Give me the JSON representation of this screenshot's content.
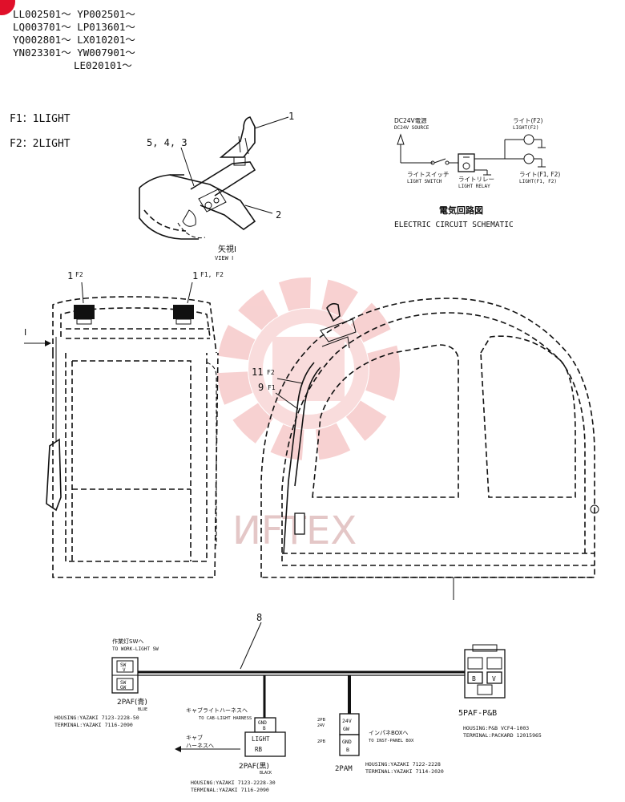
{
  "serials": [
    "LL002501～ YP002501～",
    "LQ003701～ LP013601～",
    "YQ002801～ LX010201～",
    "YN023301～ YW007901～",
    "LE020101～"
  ],
  "variants": {
    "f1": "F1：1LIGHT",
    "f2": "F2：2LIGHT"
  },
  "view_detail": {
    "callouts": {
      "c1": "1",
      "c2": "2",
      "c543": "5, 4, 3"
    },
    "view_label_jp": "矢視Ⅰ",
    "view_label_en": "VIEW Ⅰ"
  },
  "schematic": {
    "source_jp": "DC24V電源",
    "source_en": "DC24V SOURCE",
    "light_f2_jp": "ライト(F2)",
    "light_f2_en": "LIGHT(F2)",
    "switch_jp": "ライトスイッチ",
    "switch_en": "LIGHT SWITCH",
    "relay_jp": "ライトリレー",
    "relay_en": "LIGHT RELAY",
    "light_f1f2_jp": "ライト(F1, F2)",
    "light_f1f2_en": "LIGHT(F1, F2)",
    "title_jp": "電気回路図",
    "title_en": "ELECTRIC CIRCUIT SCHEMATIC"
  },
  "cab": {
    "front_callouts": {
      "lamp_left_num": "1",
      "lamp_left_var": "F2",
      "lamp_right_num": "1",
      "lamp_right_var": "F1, F2",
      "view_marker": "Ⅰ"
    },
    "side_callouts": {
      "c11": "11",
      "c11_var": "F2",
      "c9": "9",
      "c9_var": "F1"
    }
  },
  "harness": {
    "callout": "8",
    "work_sw_jp": "作業灯SWへ",
    "work_sw_en": "TO WORK-LIGHT SW",
    "conn_2paf_blue": {
      "pin_top": "SW",
      "pin_top2": "V",
      "pin_bottom": "SW",
      "pin_bottom2": "GW",
      "name": "2PAF(青)",
      "color_en": "BLUE"
    },
    "housing_blue": "HOUSING:YAZAKI 7123-2228-50",
    "terminal_blue": "TERMINAL:YAZAKI 7116-2090",
    "cab_light_jp": "キャブライトハーネスへ",
    "cab_light_en": "TO CAB-LIGHT HARNESS",
    "conn_light": {
      "pin_top": "GND",
      "pin_top2": "B",
      "pin_mid": "LIGHT",
      "pin_bottom": "RB"
    },
    "cab_harness_jp1": "キャブ",
    "cab_harness_jp2": "ハーネスへ",
    "conn_2paf_black": {
      "name": "2PAF(黒)",
      "color_en": "BLACK"
    },
    "housing_black": "HOUSING:YAZAKI 7123-2228-30",
    "terminal_black": "TERMINAL:YAZAKI 7116-2090",
    "conn_2pam": {
      "label_a": "2PB",
      "label_a2": "24V",
      "label_b": "2PB",
      "pin_top": "24V",
      "pin_top2": "GW",
      "pin_bottom": "GND",
      "pin_bottom2": "B",
      "name": "2PAM"
    },
    "inst_box_jp": "インパネBOXへ",
    "inst_box_en": "TO INST-PANEL BOX",
    "housing_2pam": "HOUSING:YAZAKI 7122-2228",
    "terminal_2pam": "TERMINAL:YAZAKI 7114-2020",
    "conn_5paf": {
      "pin_b": "B",
      "pin_v": "V",
      "name": "5PAF-P&B"
    },
    "housing_5paf": "HOUSING:P&B VCF4-1003",
    "terminal_5paf": "TERMINAL:PACKARD 12015965"
  },
  "watermark": {
    "text": "ИFTEX",
    "color": "#e8a0a0"
  },
  "accent": {
    "corner_mark": "#e0102a"
  }
}
